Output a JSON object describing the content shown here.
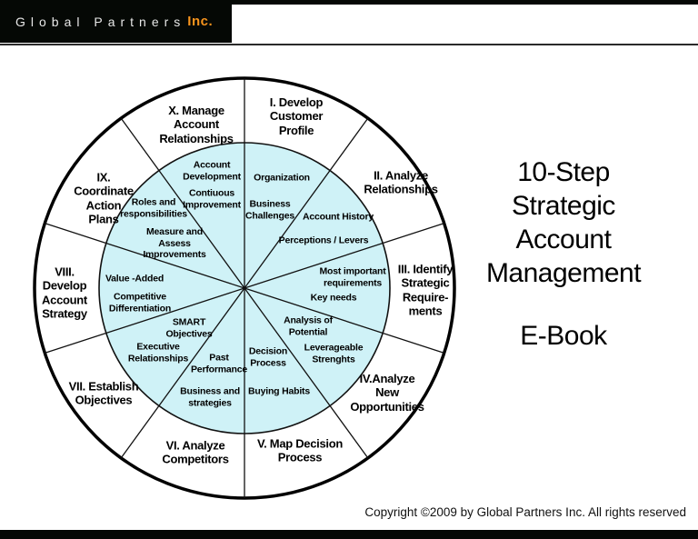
{
  "header": {
    "logo_text": "Global Partners",
    "logo_suffix": "Inc.",
    "logo_suffix_color": "#F7941D"
  },
  "title": {
    "main": "10-Step\nStrategic\nAccount\nManagement",
    "sub": "E-Book"
  },
  "footer": {
    "copyright": "Copyright ©2009 by Global Partners Inc. All rights reserved"
  },
  "wheel": {
    "colors": {
      "inner_fill": "#CFF2F7",
      "line": "#111111",
      "ring_fill": "#FFFFFF"
    },
    "steps": [
      {
        "text": "I. Develop\nCustomer\nProfile"
      },
      {
        "text": "II. Analyze\nRelationships"
      },
      {
        "text": "III. Identify\nStrategic\nRequire-\nments"
      },
      {
        "text": "IV.Analyze\nNew\nOpportunities"
      },
      {
        "text": "V. Map Decision\nProcess"
      },
      {
        "text": "VI. Analyze\nCompetitors"
      },
      {
        "text": "VII. Establish\nObjectives"
      },
      {
        "text": "VIII.\nDevelop\nAccount\nStrategy"
      },
      {
        "text": "IX.\nCoordinate\nAction\nPlans"
      },
      {
        "text": "X. Manage\nAccount\nRelationships"
      }
    ],
    "inner_labels": [
      {
        "text": "Account\nDevelopment"
      },
      {
        "text": "Contiuous\nImprovement"
      },
      {
        "text": "Organization"
      },
      {
        "text": "Business\nChallenges"
      },
      {
        "text": "Account History"
      },
      {
        "text": "Perceptions / Levers"
      },
      {
        "text": "Roles and\nresponsibilities"
      },
      {
        "text": "Measure and\nAssess\nImprovements"
      },
      {
        "text": "Most important\nrequirements"
      },
      {
        "text": "Key needs"
      },
      {
        "text": "Value -Added"
      },
      {
        "text": "Competitive\nDifferentiation"
      },
      {
        "text": "Analysis of\nPotential"
      },
      {
        "text": "SMART\nObjectives"
      },
      {
        "text": "Executive\nRelationships"
      },
      {
        "text": "Past\nPerformance"
      },
      {
        "text": "Decision\nProcess"
      },
      {
        "text": "Leverageable\nStrenghts"
      },
      {
        "text": "Business and\nstrategies"
      },
      {
        "text": "Buying Habits"
      }
    ]
  }
}
